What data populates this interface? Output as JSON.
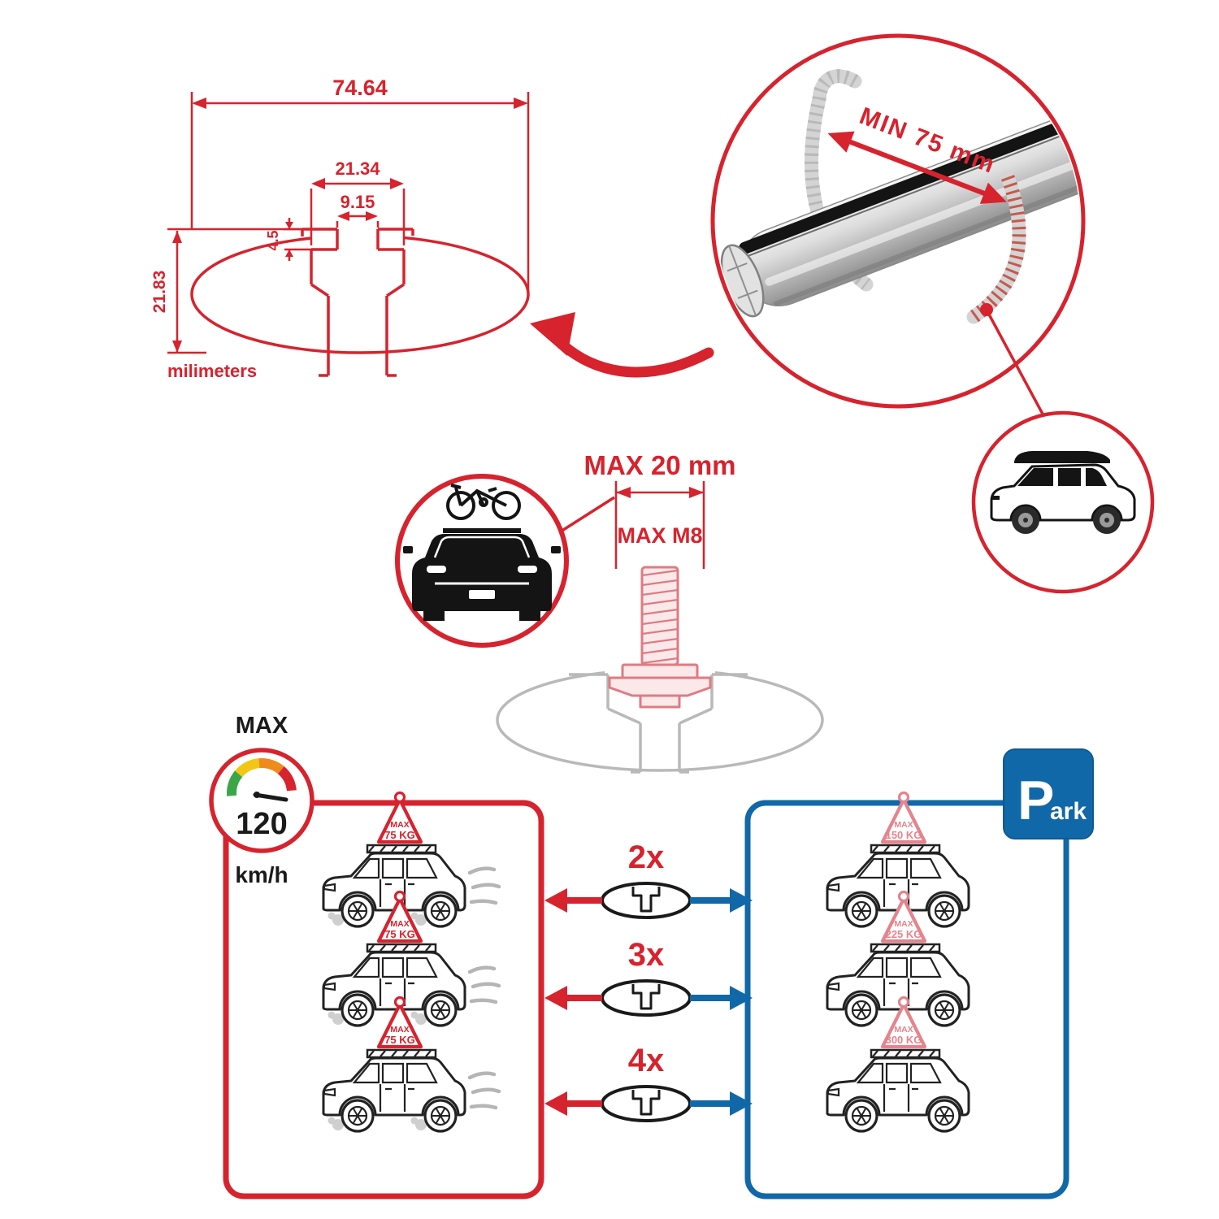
{
  "colors": {
    "accent_red": "#d6232e",
    "accent_blue": "#1168a8",
    "sign_pink": "#e4848d",
    "ghost_gray": "#b9b9b9",
    "ink": "#1a1a1a",
    "gauge_green": "#3aa648",
    "gauge_yellow": "#f2c714",
    "gauge_orange": "#ef8b1d",
    "gauge_red": "#d6232e"
  },
  "icons": {
    "speedometer-icon": "gauge-dial",
    "parking-sign-icon": "P",
    "car-side-icon": "suv-silhouette",
    "car-front-bike-icon": "car-front-with-bicycle",
    "crossbar-section-icon": "ellipse-with-t-slot",
    "roofbox-car-icon": "suv-with-roof-box",
    "crossbar-photo": "aluminum-crossbar-with-clamp"
  },
  "tech": {
    "dim_total_width": "74.64",
    "dim_slot_outer": "21.34",
    "dim_slot_opening": "9.15",
    "dim_lip_height": "4.5",
    "dim_total_height": "21.83",
    "units": "milimeters"
  },
  "detail": {
    "min_clamp_span": "MIN 75 mm"
  },
  "bolt": {
    "max_width": "MAX 20 mm",
    "max_thread": "MAX M8"
  },
  "speed": {
    "label": "MAX",
    "value": "120",
    "unit": "km/h"
  },
  "park": {
    "letter": "P",
    "rest": "ark"
  },
  "rows": [
    {
      "multiplier": "2x",
      "drive": {
        "max": "MAX",
        "load": "75 KG"
      },
      "park": {
        "max": "MAX",
        "load": "150 KG"
      }
    },
    {
      "multiplier": "3x",
      "drive": {
        "max": "MAX",
        "load": "75 KG"
      },
      "park": {
        "max": "MAX",
        "load": "225 KG"
      }
    },
    {
      "multiplier": "4x",
      "drive": {
        "max": "MAX",
        "load": "75 KG"
      },
      "park": {
        "max": "MAX",
        "load": "300 KG"
      }
    }
  ]
}
